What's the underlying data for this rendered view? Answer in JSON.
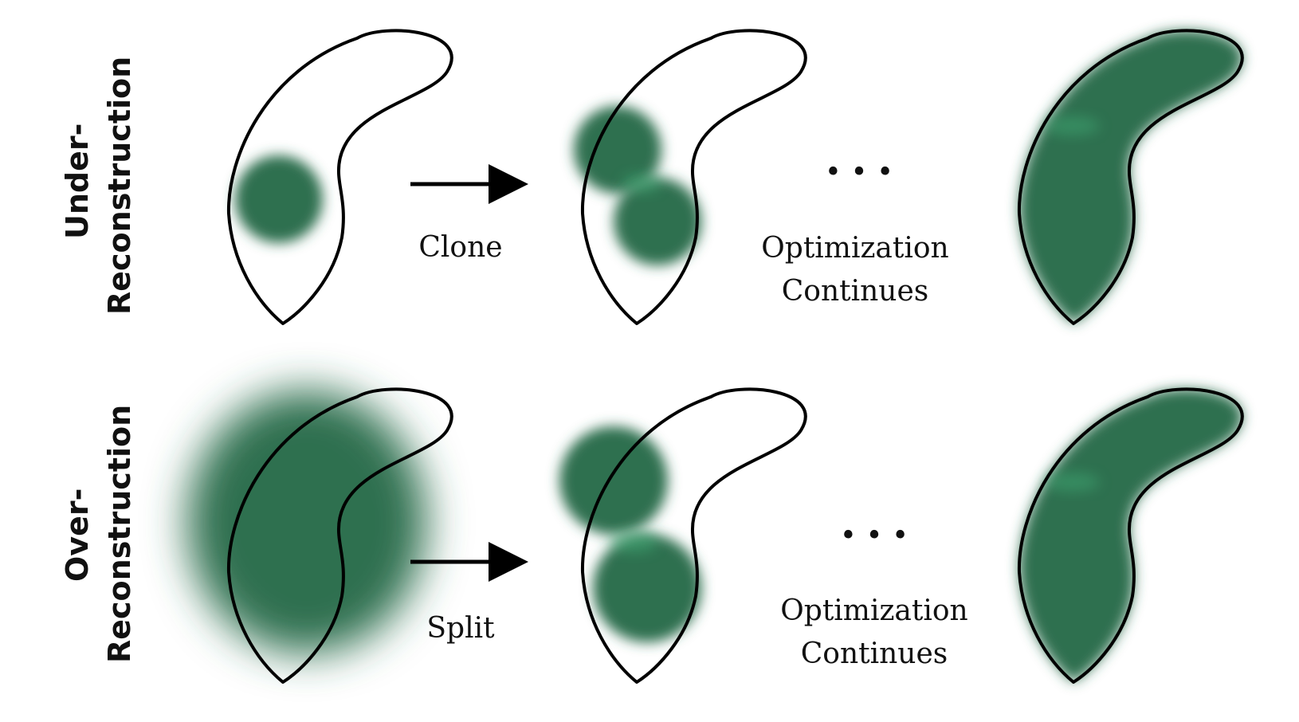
{
  "colors": {
    "gaussian": "#2e7050",
    "gaussian_bright": "#3fa873",
    "outline": "#000000",
    "background": "#ffffff"
  },
  "rows": [
    {
      "label_line1": "Under-",
      "label_line2": "Reconstruction",
      "operation": "Clone",
      "ellipsis": "• • •",
      "continues_line1": "Optimization",
      "continues_line2": "Continues"
    },
    {
      "label_line1": "Over-",
      "label_line2": "Reconstruction",
      "operation": "Split",
      "ellipsis": "• • •",
      "continues_line1": "Optimization",
      "continues_line2": "Continues"
    }
  ]
}
